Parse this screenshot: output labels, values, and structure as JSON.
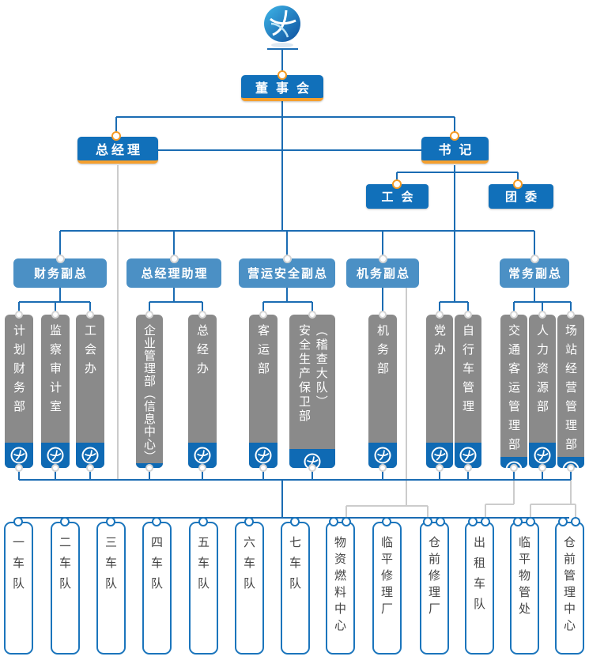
{
  "title": "公司组织架构图",
  "colors": {
    "primary_blue": "#1170ba",
    "secondary_blue": "#4b90c5",
    "accent_orange": "#f59f2d",
    "dept_gray": "#8a8a8a",
    "footer_blue": "#0f6ab4",
    "line_blue": "#1b6cb3",
    "line_gray": "#cccccc"
  },
  "board": {
    "label": "董事会"
  },
  "general_manager": {
    "label": "总经理"
  },
  "secretary": {
    "label": "书记"
  },
  "secretary_children": [
    {
      "id": "union",
      "label": "工会"
    },
    {
      "id": "youth-league",
      "label": "团委"
    }
  ],
  "vps": [
    {
      "id": "vp-finance",
      "label": "财务副总"
    },
    {
      "id": "vp-gm-assistant",
      "label": "总经理助理"
    },
    {
      "id": "vp-operations-safety",
      "label": "营运安全副总"
    },
    {
      "id": "vp-maintenance",
      "label": "机务副总"
    },
    {
      "id": "vp-executive",
      "label": "常务副总"
    }
  ],
  "departments": [
    {
      "id": "dept-planning-finance",
      "label": "计划财务部",
      "parent": "vp-finance"
    },
    {
      "id": "dept-supervision-audit",
      "label": "监察审计室",
      "parent": "vp-finance"
    },
    {
      "id": "dept-union-office",
      "label": "工会办",
      "parent": "vp-finance"
    },
    {
      "id": "dept-enterprise-mgmt",
      "label": "企业管理部（信息中心）",
      "parent": "vp-gm-assistant"
    },
    {
      "id": "dept-gm-office",
      "label": "总经办",
      "parent": "vp-gm-assistant"
    },
    {
      "id": "dept-passenger-transport",
      "label": "客运部",
      "parent": "vp-operations-safety"
    },
    {
      "id": "dept-safety-security",
      "label": "安全生产保卫部（稽查大队）",
      "parent": "vp-operations-safety"
    },
    {
      "id": "dept-maintenance",
      "label": "机务部",
      "parent": "vp-maintenance"
    },
    {
      "id": "dept-party-office",
      "label": "党办",
      "parent": "secretary"
    },
    {
      "id": "dept-bicycle-mgmt",
      "label": "自行车管理",
      "parent": "secretary"
    },
    {
      "id": "dept-transport-passenger-mgmt",
      "label": "交通客运管理部",
      "parent": "vp-executive"
    },
    {
      "id": "dept-hr",
      "label": "人力资源部",
      "parent": "vp-executive"
    },
    {
      "id": "dept-station-mgmt",
      "label": "场站经营管理部",
      "parent": "vp-executive"
    }
  ],
  "units": [
    {
      "id": "unit-fleet-1",
      "label": "一车队"
    },
    {
      "id": "unit-fleet-2",
      "label": "二车队"
    },
    {
      "id": "unit-fleet-3",
      "label": "三车队"
    },
    {
      "id": "unit-fleet-4",
      "label": "四车队"
    },
    {
      "id": "unit-fleet-5",
      "label": "五车队"
    },
    {
      "id": "unit-fleet-6",
      "label": "六车队"
    },
    {
      "id": "unit-fleet-7",
      "label": "七车队"
    },
    {
      "id": "unit-materials-fuel-center",
      "label": "物资燃料中心"
    },
    {
      "id": "unit-linping-repair-factory",
      "label": "临平修理厂"
    },
    {
      "id": "unit-cangqian-repair-factory",
      "label": "仓前修理厂"
    },
    {
      "id": "unit-taxi-fleet",
      "label": "出租车队"
    },
    {
      "id": "unit-linping-property-office",
      "label": "临平物管处"
    },
    {
      "id": "unit-cangqian-mgmt-center",
      "label": "仓前管理中心"
    }
  ]
}
